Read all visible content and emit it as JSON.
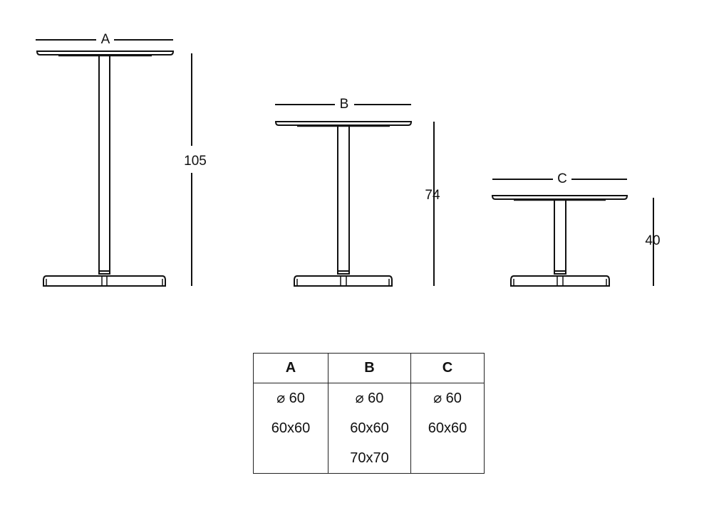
{
  "tables": [
    {
      "label": "A",
      "height": "105"
    },
    {
      "label": "B",
      "height": "74"
    },
    {
      "label": "C",
      "height": "40"
    }
  ],
  "spec_table": {
    "headers": [
      "A",
      "B",
      "C"
    ],
    "columns": [
      [
        "⌀ 60",
        "60x60"
      ],
      [
        "⌀ 60",
        "60x60",
        "70x70"
      ],
      [
        "⌀ 60",
        "60x60"
      ]
    ]
  }
}
